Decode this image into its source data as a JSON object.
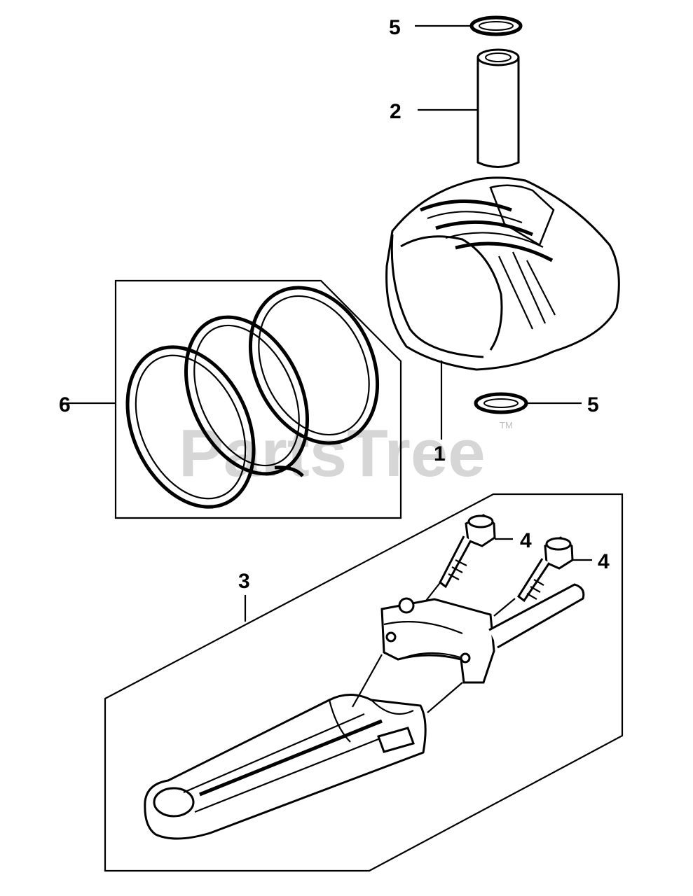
{
  "watermark": {
    "text": "PartsTree",
    "trademark": "TM"
  },
  "callouts": {
    "piston": "1",
    "piston_pin": "2",
    "connecting_rod": "3",
    "bolt_left": "4",
    "bolt_right": "4",
    "clip_top": "5",
    "clip_bottom": "5",
    "ring_set": "6"
  },
  "colors": {
    "line": "#000000",
    "background": "#ffffff",
    "watermark": "#d6d6d6"
  }
}
